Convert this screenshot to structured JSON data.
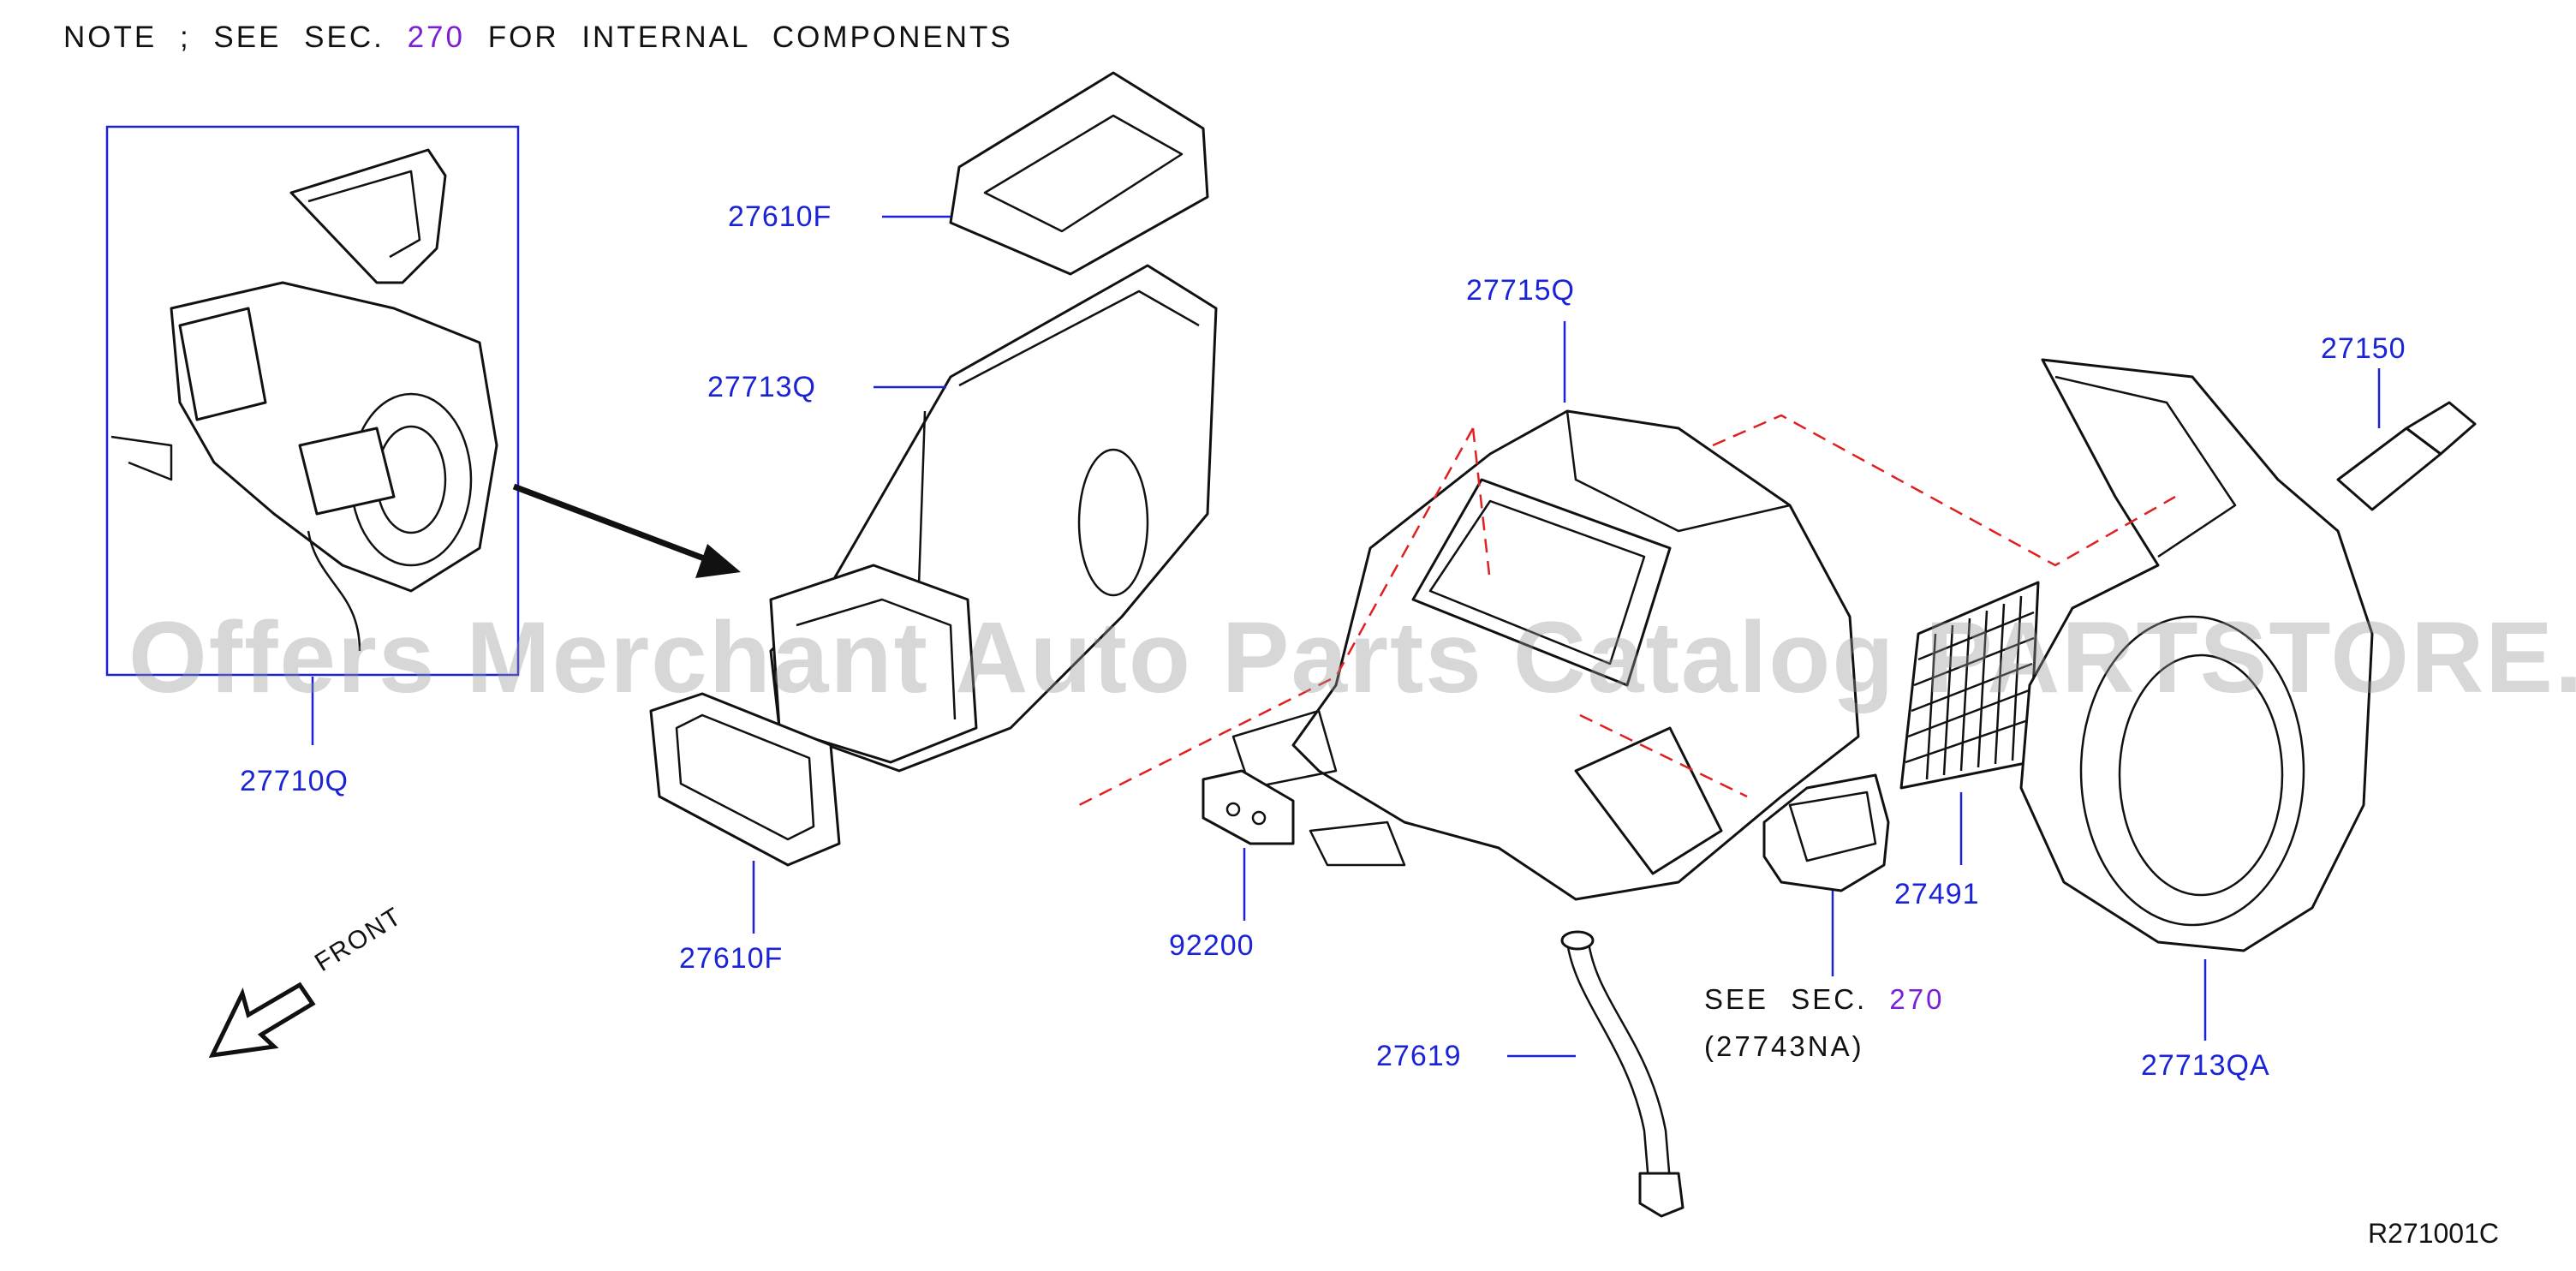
{
  "note": {
    "prefix": "NOTE ; SEE SEC.",
    "section": "270",
    "suffix": "FOR INTERNAL COMPONENTS"
  },
  "labels": {
    "p27610F_top": "27610F",
    "p27713Q": "27713Q",
    "p27710Q": "27710Q",
    "p27610F_bottom": "27610F",
    "p27715Q": "27715Q",
    "p92200": "92200",
    "p27619": "27619",
    "p27150": "27150",
    "p27491": "27491",
    "p27713QA": "27713QA"
  },
  "see_ref": {
    "prefix": "SEE SEC.",
    "section": "270",
    "part": "(27743NA)"
  },
  "front_label": "FRONT",
  "diagram_code": "R271001C",
  "watermark": "Offers Merchant Auto Parts Catalog PARTSTORE.SA",
  "colors": {
    "label": "#1a23d6",
    "section_ref": "#7a1fd6",
    "leader_line": "#1a23d6",
    "dashed_outline": "#e02020"
  }
}
